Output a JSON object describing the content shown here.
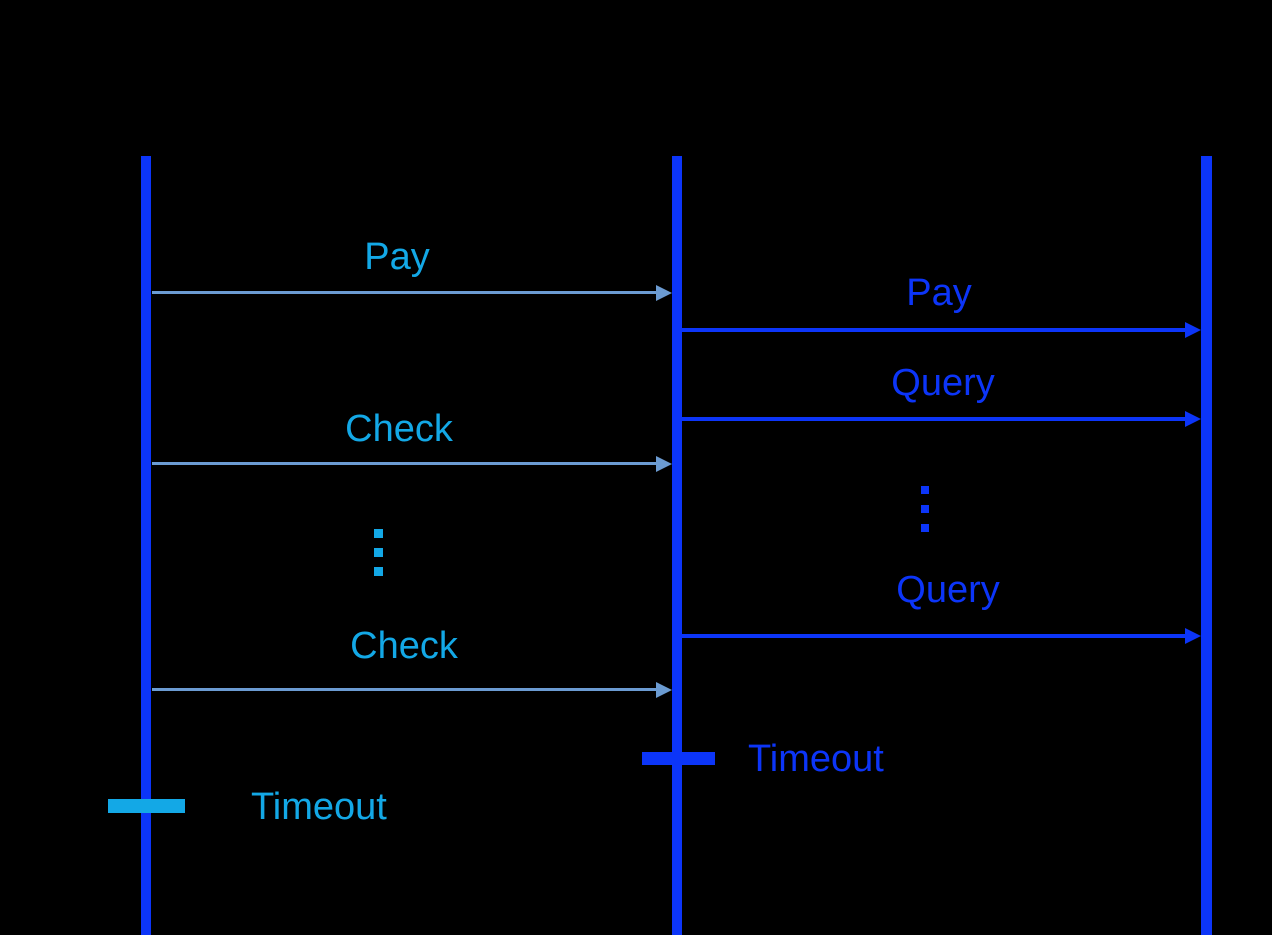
{
  "diagram": {
    "type": "sequence-diagram",
    "background_color": "#000000",
    "colors": {
      "lifeline_blue": "#0c35f8",
      "cyan": "#13a8e6",
      "steel_blue_arrow": "#6b9bd2"
    },
    "lifelines": [
      {
        "id": "left"
      },
      {
        "id": "middle"
      },
      {
        "id": "right"
      }
    ],
    "messages": [
      {
        "label": "Pay",
        "from": "left",
        "to": "middle",
        "label_color": "cyan",
        "arrow_color": "steel_blue"
      },
      {
        "label": "Pay",
        "from": "middle",
        "to": "right",
        "label_color": "blue",
        "arrow_color": "blue"
      },
      {
        "label": "Query",
        "from": "middle",
        "to": "right",
        "label_color": "blue",
        "arrow_color": "blue"
      },
      {
        "label": "Check",
        "from": "left",
        "to": "middle",
        "label_color": "cyan",
        "arrow_color": "steel_blue"
      },
      {
        "label": "Query",
        "from": "middle",
        "to": "right",
        "label_color": "blue",
        "arrow_color": "blue"
      },
      {
        "label": "Check",
        "from": "left",
        "to": "middle",
        "label_color": "cyan",
        "arrow_color": "steel_blue"
      }
    ],
    "ellipsis": [
      {
        "glyph": "⋮",
        "color": "cyan",
        "between": "left-middle"
      },
      {
        "glyph": "⋮",
        "color": "blue",
        "between": "middle-right"
      }
    ],
    "timeouts": [
      {
        "label": "Timeout",
        "lifeline": "middle",
        "color": "blue"
      },
      {
        "label": "Timeout",
        "lifeline": "left",
        "color": "cyan"
      }
    ]
  }
}
